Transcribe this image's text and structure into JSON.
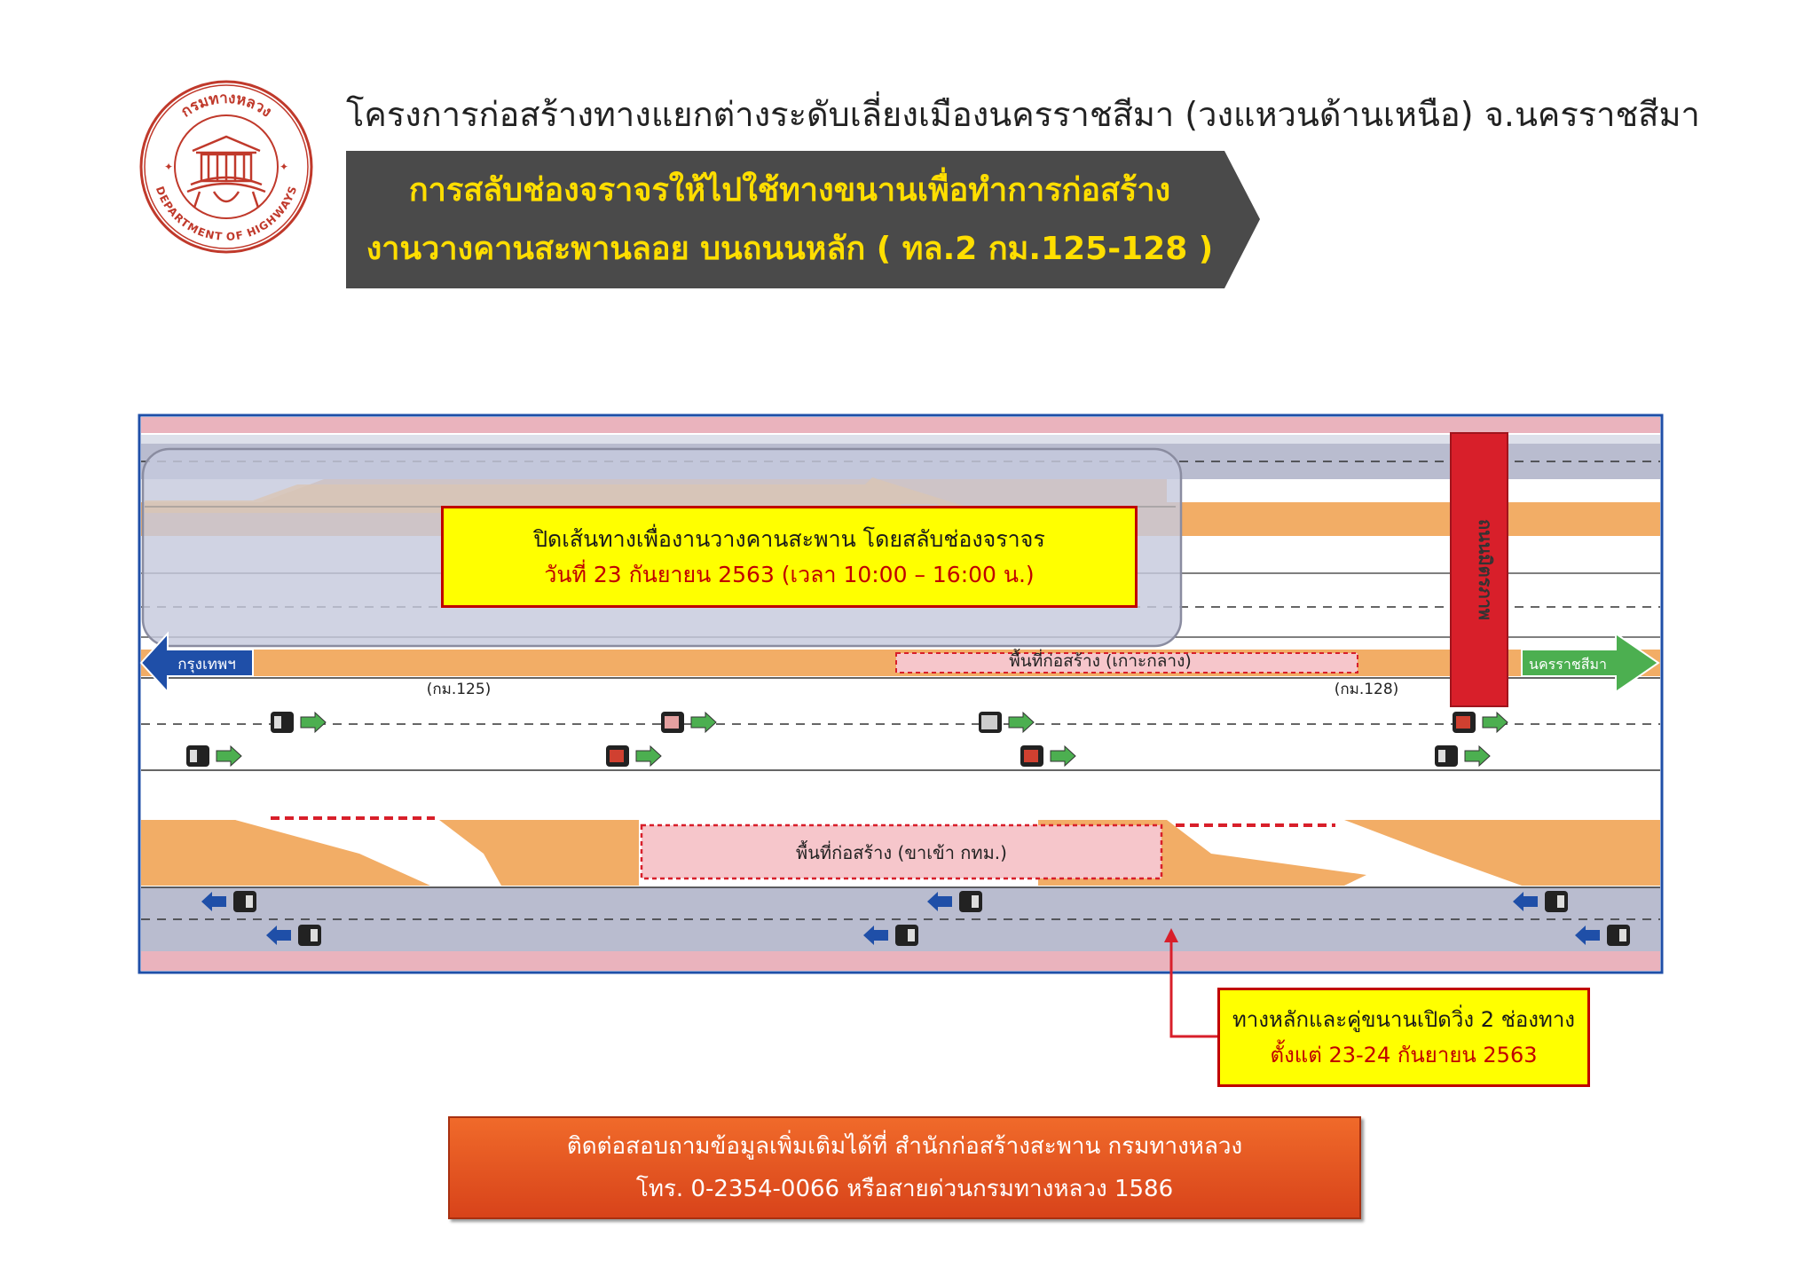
{
  "header": {
    "project_title": "โครงการก่อสร้างทางแยกต่างระดับเลี่ยงเมืองนครราชสีมา (วงแหวนด้านเหนือ) จ.นครราชสีมา",
    "banner_line1": "การสลับช่องจราจรให้ไปใช้ทางขนานเพื่อทำการก่อสร้าง",
    "banner_line2": "งานวางคานสะพานลอย  บนถนนหลัก ( ทล.2 กม.125-128 )",
    "seal": {
      "top_text": "กรมทางหลวง",
      "bottom_text": "DEPARTMENT OF HIGHWAYS",
      "color": "#c0392b"
    }
  },
  "diagram": {
    "closure_line1": "ปิดเส้นทางเพื่องานวางคานสะพาน  โดยสลับช่องจราจร",
    "closure_line2": "วันที่ 23 กันยายน 2563 (เวลา 10:00 – 16:00 น.)",
    "crossing_road": "ถนนมิตรภาพ",
    "direction_left": "กรุงเทพฯ",
    "direction_right": "นครราชสีมา",
    "construction_median": "พื้นที่ก่อสร้าง (เกาะกลาง)",
    "construction_inbound": "พื้นที่ก่อสร้าง (ขาเข้า กทม.)",
    "km_start": "(กม.125)",
    "km_end": "(กม.128)",
    "open_line1": "ทางหลักและคู่ขนานเปิดวิ่ง 2 ช่องทาง",
    "open_line2": "ตั้งแต่ 23-24 กันยายน 2563",
    "colors": {
      "pink_edge": "#eab3bd",
      "lane_gray": "#b9bccf",
      "orange_median": "#f2ad66",
      "closure_red": "#d81f2a",
      "arrow_green": "#4caf50",
      "arrow_blue": "#1f4fa8"
    }
  },
  "contact": {
    "line1": "ติดต่อสอบถามข้อมูลเพิ่มเติมได้ที่ สำนักก่อสร้างสะพาน กรมทางหลวง",
    "line2": "โทร. 0-2354-0066 หรือสายด่วนกรมทางหลวง 1586"
  }
}
